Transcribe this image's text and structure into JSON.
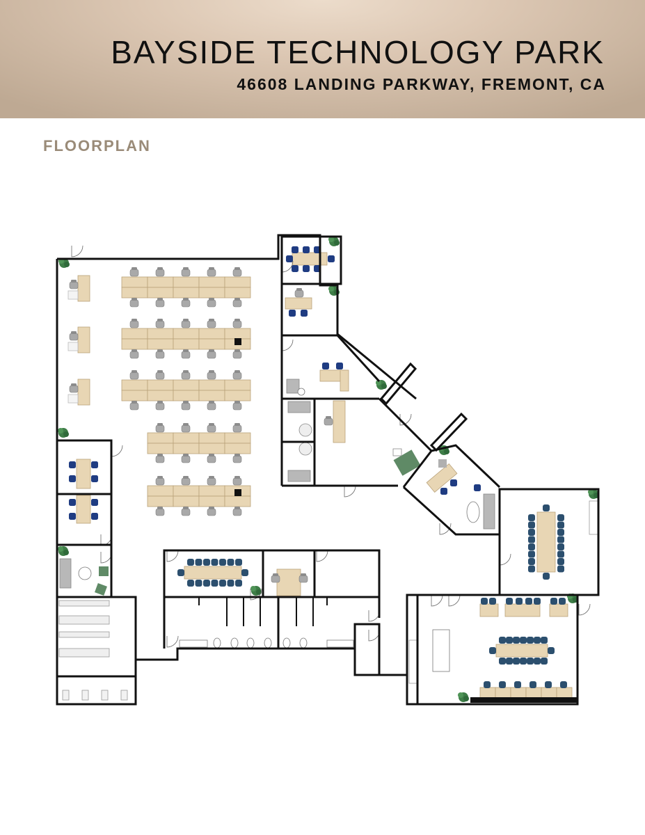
{
  "header": {
    "title": "BAYSIDE TECHNOLOGY PARK",
    "address": "46608 LANDING PARKWAY, FREMONT, CA",
    "background_color": "#d9c4af"
  },
  "section": {
    "label": "FLOORPLAN",
    "label_color": "#9a8b78"
  },
  "colors": {
    "wall": "#111111",
    "desk": "#e8d6b4",
    "office_chair": "#a9a9a9",
    "conference_chair": "#2c4f6e",
    "navy_chair": "#1f3c82",
    "plant": "#3e7d47",
    "sofa": "#b8b8b8",
    "fixture": "#ffffff"
  },
  "icons": [
    "door-swing-icon",
    "plant-icon",
    "chair-icon",
    "desk-icon",
    "toilet-icon",
    "sink-icon",
    "sofa-icon"
  ]
}
